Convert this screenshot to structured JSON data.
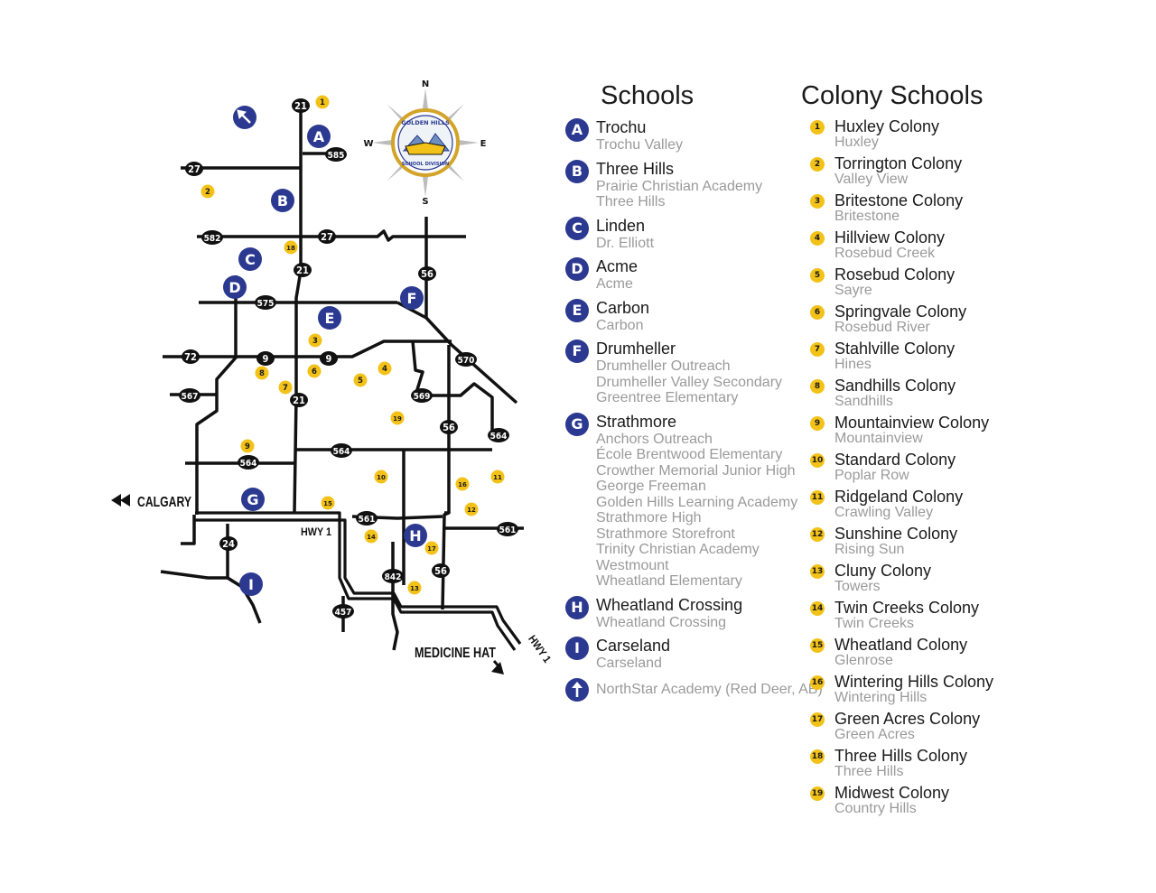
{
  "map": {
    "compass": {
      "n": "N",
      "s": "S",
      "e": "E",
      "w": "W",
      "emblem_top": "GOLDEN HILLS",
      "emblem_bottom": "SCHOOL DIVISION"
    },
    "places": {
      "calgary": "CALGARY",
      "medicine_hat": "MEDICINE HAT",
      "hwy1_west": "HWY 1",
      "hwy1_east": "HWY 1"
    },
    "highways": [
      "21",
      "585",
      "27",
      "582",
      "27",
      "21",
      "56",
      "575",
      "72",
      "9",
      "9",
      "570",
      "567",
      "21",
      "569",
      "56",
      "564",
      "564",
      "564",
      "561",
      "561",
      "24",
      "842",
      "56",
      "457"
    ],
    "school_markers": [
      "A",
      "B",
      "C",
      "D",
      "E",
      "F",
      "G",
      "H",
      "I"
    ],
    "colony_markers": [
      "1",
      "2",
      "3",
      "4",
      "5",
      "6",
      "7",
      "8",
      "9",
      "10",
      "11",
      "12",
      "13",
      "14",
      "15",
      "16",
      "17",
      "18",
      "19"
    ],
    "colors": {
      "school": "#2b3990",
      "colony": "#f3c219",
      "road": "#111111"
    }
  },
  "schools": {
    "title": "Schools",
    "items": [
      {
        "badge": "A",
        "name": "Trochu",
        "subs": [
          "Trochu Valley"
        ]
      },
      {
        "badge": "B",
        "name": "Three Hills",
        "subs": [
          "Prairie Christian Academy",
          "Three Hills"
        ]
      },
      {
        "badge": "C",
        "name": "Linden",
        "subs": [
          "Dr. Elliott"
        ]
      },
      {
        "badge": "D",
        "name": "Acme",
        "subs": [
          "Acme"
        ]
      },
      {
        "badge": "E",
        "name": "Carbon",
        "subs": [
          "Carbon"
        ]
      },
      {
        "badge": "F",
        "name": "Drumheller",
        "subs": [
          "Drumheller Outreach",
          "Drumheller Valley Secondary",
          "Greentree Elementary"
        ]
      },
      {
        "badge": "G",
        "name": "Strathmore",
        "subs": [
          "Anchors Outreach",
          "École Brentwood Elementary",
          "Crowther Memorial Junior High",
          "George Freeman",
          "Golden Hills Learning Academy",
          "Strathmore High",
          "Strathmore Storefront",
          "Trinity Christian Academy",
          "Westmount",
          "Wheatland Elementary"
        ]
      },
      {
        "badge": "H",
        "name": "Wheatland Crossing",
        "subs": [
          "Wheatland Crossing"
        ]
      },
      {
        "badge": "I",
        "name": "Carseland",
        "subs": [
          "Carseland"
        ]
      }
    ],
    "northstar": "NorthStar Academy (Red Deer, AB)"
  },
  "colonies": {
    "title": "Colony Schools",
    "items": [
      {
        "badge": "1",
        "name": "Huxley Colony",
        "sub": "Huxley"
      },
      {
        "badge": "2",
        "name": "Torrington Colony",
        "sub": "Valley View"
      },
      {
        "badge": "3",
        "name": "Britestone Colony",
        "sub": "Britestone"
      },
      {
        "badge": "4",
        "name": "Hillview Colony",
        "sub": "Rosebud Creek"
      },
      {
        "badge": "5",
        "name": "Rosebud Colony",
        "sub": "Sayre"
      },
      {
        "badge": "6",
        "name": "Springvale Colony",
        "sub": "Rosebud River"
      },
      {
        "badge": "7",
        "name": "Stahlville Colony",
        "sub": "Hines"
      },
      {
        "badge": "8",
        "name": "Sandhills Colony",
        "sub": "Sandhills"
      },
      {
        "badge": "9",
        "name": "Mountainview Colony",
        "sub": "Mountainview"
      },
      {
        "badge": "10",
        "name": "Standard Colony",
        "sub": "Poplar Row"
      },
      {
        "badge": "11",
        "name": "Ridgeland Colony",
        "sub": "Crawling Valley"
      },
      {
        "badge": "12",
        "name": "Sunshine Colony",
        "sub": "Rising Sun"
      },
      {
        "badge": "13",
        "name": "Cluny Colony",
        "sub": "Towers"
      },
      {
        "badge": "14",
        "name": "Twin Creeks Colony",
        "sub": "Twin Creeks"
      },
      {
        "badge": "15",
        "name": "Wheatland Colony",
        "sub": "Glenrose"
      },
      {
        "badge": "16",
        "name": "Wintering Hills Colony",
        "sub": "Wintering Hills"
      },
      {
        "badge": "17",
        "name": "Green Acres Colony",
        "sub": "Green Acres"
      },
      {
        "badge": "18",
        "name": "Three Hills Colony",
        "sub": "Three Hills"
      },
      {
        "badge": "19",
        "name": "Midwest Colony",
        "sub": "Country Hills"
      }
    ]
  }
}
